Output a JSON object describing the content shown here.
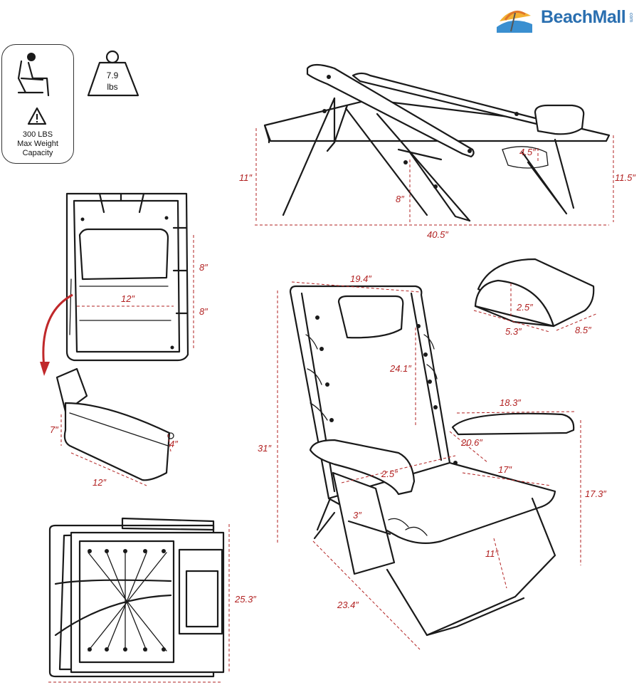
{
  "brand": {
    "name": "BeachMall",
    "suffix": "com"
  },
  "badges": {
    "capacity_line1": "300 LBS",
    "capacity_line2": "Max Weight",
    "capacity_line3": "Capacity",
    "weight_value": "7.9",
    "weight_unit": "lbs"
  },
  "dimensions": {
    "side_height_left": "11″",
    "side_height_right": "11.5″",
    "side_seat_height": "8″",
    "side_armrest_gap": "4.5″",
    "side_length": "40.5″",
    "top_upper": "8″",
    "top_lower": "8″",
    "top_width": "12″",
    "cooler_height": "7″",
    "cooler_depth": "4″",
    "cooler_width": "12″",
    "back_width": "19.4″",
    "back_height": "24.1″",
    "total_height": "31″",
    "arm_span": "18.3″",
    "seat_depth": "20.6″",
    "arm_width": "2.5″",
    "seat_width": "17″",
    "arm_height": "17.3″",
    "pocket_depth": "3″",
    "seat_height": "11″",
    "base_depth": "23.4″",
    "pillow_height": "2.5″",
    "pillow_depth": "5.3″",
    "pillow_width": "8.5″",
    "folded_height": "25.3″"
  }
}
